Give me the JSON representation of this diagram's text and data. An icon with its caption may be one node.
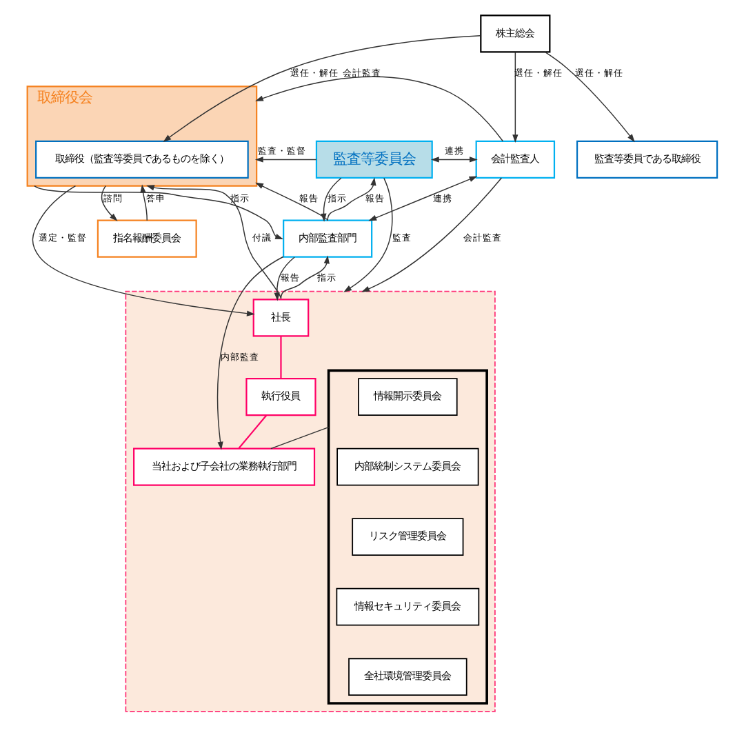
{
  "diagram": {
    "nodes": [
      {
        "text": [
          "株主総会"
        ]
      },
      {
        "text": [
          "取締役会"
        ]
      },
      {
        "text": [
          "取締役（監査等委員であるものを除く）"
        ],
        "in": 1
      },
      {
        "text": [
          "監査等委員会"
        ]
      },
      {
        "text": [
          "監査等委員である取締役"
        ]
      },
      {
        "text": [
          "会計監査人"
        ]
      },
      {
        "text": [
          "指名報酬委員会"
        ]
      },
      {
        "text": [
          "内部監査部門"
        ]
      },
      {
        "text": [],
        "shape": "box"
      },
      {
        "text": [
          "社長"
        ],
        "in": 8
      },
      {
        "text": [
          "執行役員"
        ],
        "in": 8
      },
      {
        "text": [],
        "shape": "box",
        "in": 8
      },
      {
        "text": [
          "情報開示委員会"
        ],
        "in": 11
      },
      {
        "text": [
          "内部統制システム委員会"
        ],
        "in": 11
      },
      {
        "text": [
          "リスク管理委員会"
        ],
        "in": 11
      },
      {
        "text": [
          "情報セキュリティ委員会"
        ],
        "in": 11
      },
      {
        "text": [
          "全社環境管理委員会"
        ],
        "in": 11
      },
      {
        "text": [
          "当社および子会社の業務執行部門"
        ],
        "in": 8
      }
    ],
    "edges": [
      {
        "from": 0,
        "to": 2,
        "arrow": "to",
        "label": "選任・解任"
      },
      {
        "from": 0,
        "to": 4,
        "arrow": "to",
        "label": "選任・解任"
      },
      {
        "from": 0,
        "to": 5,
        "arrow": "to",
        "label": "選任・解任"
      },
      {
        "from": 5,
        "to": 1,
        "arrow": "to",
        "label": "会計監査"
      },
      {
        "from": 3,
        "to": 1,
        "arrow": "to",
        "label": "監査・監督"
      },
      {
        "from": 3,
        "to": 5,
        "arrow": "both",
        "label": "連携"
      },
      {
        "from": 1,
        "to": 6,
        "arrow": "to",
        "label": "諮問"
      },
      {
        "from": 6,
        "to": 1,
        "arrow": "to",
        "label": "答申"
      },
      {
        "from": 7,
        "to": 1,
        "arrow": "to",
        "label": "報告"
      },
      {
        "from": 1,
        "to": 7,
        "arrow": "to",
        "label": "指示"
      },
      {
        "from": 3,
        "to": 7,
        "arrow": "to",
        "label": "指示"
      },
      {
        "from": 7,
        "to": 3,
        "arrow": "to",
        "label": "報告"
      },
      {
        "from": 5,
        "to": 7,
        "arrow": "both",
        "label": "連携"
      },
      {
        "from": 1,
        "to": 9,
        "arrow": "to",
        "label": "選定・監督"
      },
      {
        "from": 9,
        "to": 1,
        "arrow": "to",
        "label": "付議"
      },
      {
        "from": 3,
        "to": 8,
        "arrow": "to",
        "label": "監査"
      },
      {
        "from": 7,
        "to": 9,
        "arrow": "to",
        "label": "報告"
      },
      {
        "from": 9,
        "to": 7,
        "arrow": "to",
        "label": "指示"
      },
      {
        "from": 7,
        "to": 17,
        "arrow": "to",
        "label": "内部監査"
      },
      {
        "from": 5,
        "to": 8,
        "arrow": "to",
        "label": "会計監査"
      },
      {
        "from": 9,
        "to": 10,
        "arrow": "none",
        "color": "#ff0066"
      },
      {
        "from": 10,
        "to": 17,
        "arrow": "none",
        "color": "#ff0066"
      },
      {
        "from": 11,
        "to": 17,
        "arrow": "none"
      }
    ]
  }
}
